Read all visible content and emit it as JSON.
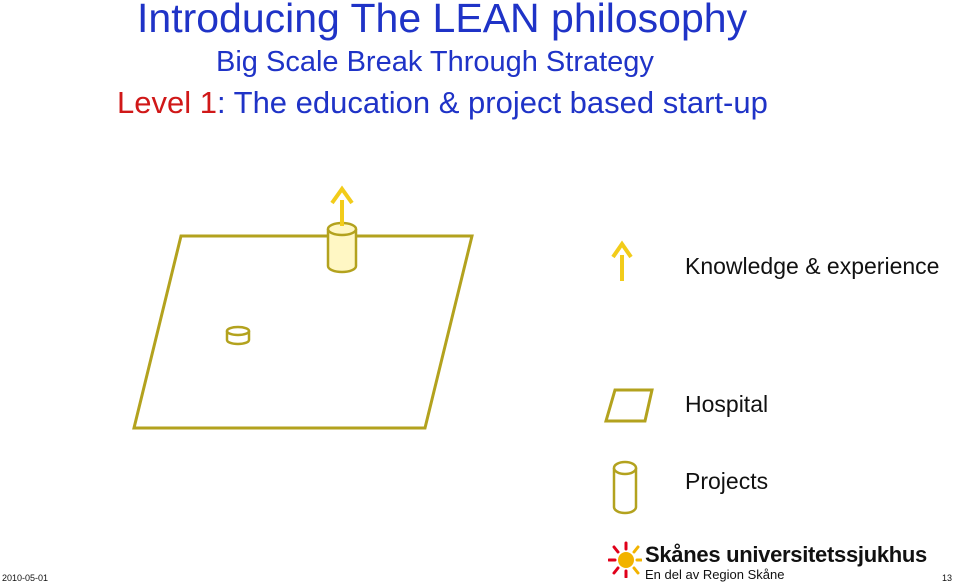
{
  "slide": {
    "title": "Introducing The LEAN philosophy",
    "subtitle": "Big Scale Break Through Strategy",
    "level_prefix": "Level 1",
    "level_rest": ": The education & project based start-up"
  },
  "legend": {
    "knowledge": "Knowledge & experience",
    "hospital": "Hospital",
    "projects": "Projects"
  },
  "logo": {
    "name": "Skånes universitetssjukhus",
    "sub": "En del av Region Skåne"
  },
  "footer": {
    "date": "2010-05-01",
    "page": "13"
  },
  "colors": {
    "title_blue": "#1f33c7",
    "level_red": "#d01818",
    "hospital_olive": "#b3a21e",
    "arrow_yellow": "#f2cc1a",
    "project_fill": "#fff7c4"
  }
}
